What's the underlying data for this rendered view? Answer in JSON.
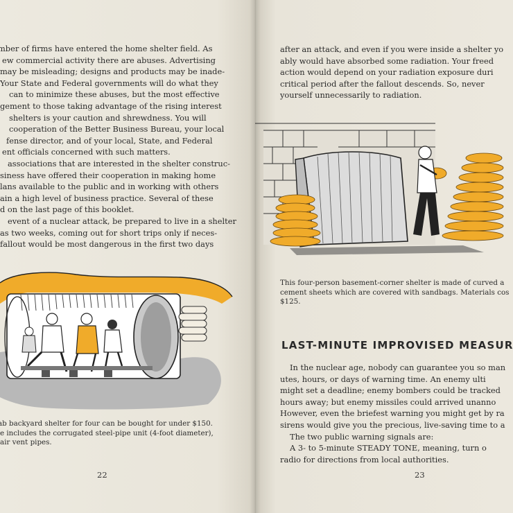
{
  "left_page": {
    "paragraphs": [
      [
        "mber of firms have entered the home shelter field.  As",
        "ew commercial activity there are abuses.  Advertising",
        "may be misleading; designs and products may be inade-",
        "Your State and Federal governments will do what they",
        "can to minimize these abuses, but the most effective",
        "gement to those taking advantage of the rising interest",
        "shelters is your caution and shrewdness.  You will",
        "cooperation of the Better Business Bureau, your local",
        "fense director, and of your local, State, and Federal",
        "ent officials concerned with such matters."
      ],
      [
        "associations that are interested in the shelter construc-",
        "siness have offered their cooperation in making home",
        "lans available to the public and in working with others",
        "ain a high level of business practice.  Several of these",
        "d on the last page of this booklet."
      ],
      [
        "event of a nuclear attack, be prepared to live in a shelter",
        "as two weeks, coming out for short trips only if neces-",
        "fallout would be most dangerous in the first two days"
      ]
    ],
    "caption": [
      "ab backyard shelter for four can be bought for under $150.",
      "e includes the corrugated steel-pipe unit (4-foot diameter),",
      "air vent pipes."
    ],
    "page_number": "22"
  },
  "right_page": {
    "top_paragraph": [
      "after an attack, and even if you were inside a shelter yo",
      "ably would have absorbed some radiation.  Your freed",
      "action would depend on your radiation exposure duri",
      "critical period after the fallout descends.  So, never",
      "yourself unnecessarily to radiation."
    ],
    "caption": [
      "This four-person basement-corner shelter is made of curved a",
      "cement sheets which are covered with sandbags.  Materials cos",
      "$125."
    ],
    "heading": "LAST-MINUTE IMPROVISED MEASURES",
    "body": [
      [
        "In the nuclear age, nobody can guarantee you so man",
        "utes, hours, or days of warning time.  An enemy ulti",
        "might set a deadline; enemy bombers could be tracked",
        "hours away; but enemy missiles could arrived unanno",
        "However, even the briefest warning you might get by ra",
        "sirens would give you the precious, live-saving time to a"
      ],
      [
        "The two public warning signals are:"
      ],
      [
        "A 3- to 5-minute STEADY TONE, meaning, turn o",
        "radio for directions from local authorities."
      ]
    ],
    "page_number": "23"
  },
  "colors": {
    "paper": "#ebe7dc",
    "ink": "#2a2a2a",
    "accent_orange": "#f0ab2a",
    "shade_gray": "#b9b9b9"
  }
}
